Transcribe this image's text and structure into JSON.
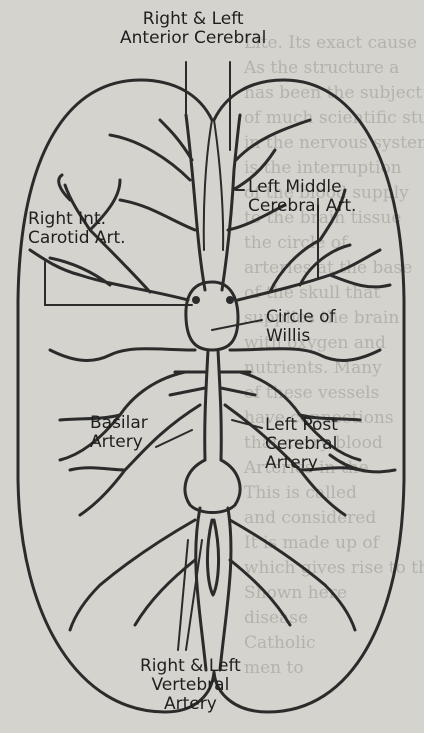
{
  "background_text": [
    "Lite. Its exact cause",
    "As the structure a",
    "has been the subject",
    "of much scientific study",
    "in the nervous system",
    "is the interruption",
    "of the blood supply",
    "to the brain tissue",
    "the circle of",
    "arteries at the base",
    "of the skull that",
    "supplies the brain",
    "with oxygen and",
    "nutrients. Many",
    "of these vessels",
    "have connections",
    "that carry blood",
    "Arteries in the",
    "This is called",
    "and considered",
    "It is made up of",
    "which gives rise to the",
    "Shown here",
    "disease",
    "Catholic",
    "men to"
  ],
  "labels": {
    "anterior": [
      "Right & Left",
      "Anterior Cerebral"
    ],
    "middle": [
      "Left Middle",
      "Cerebral Art."
    ],
    "carotid": [
      "Right Int.",
      "Carotid Art."
    ],
    "willis": [
      "Circle of",
      "Willis"
    ],
    "basilar": [
      "Basilar",
      "Artery"
    ],
    "posterior": [
      "Left Post",
      "Cerebral",
      "Artery"
    ],
    "vertebral": [
      "Right & Left",
      "Vertebral",
      "Artery"
    ]
  },
  "colors": {
    "paper": "#d5d3cd",
    "ink": "#2b2b2b",
    "print": "#b4b2ac"
  }
}
